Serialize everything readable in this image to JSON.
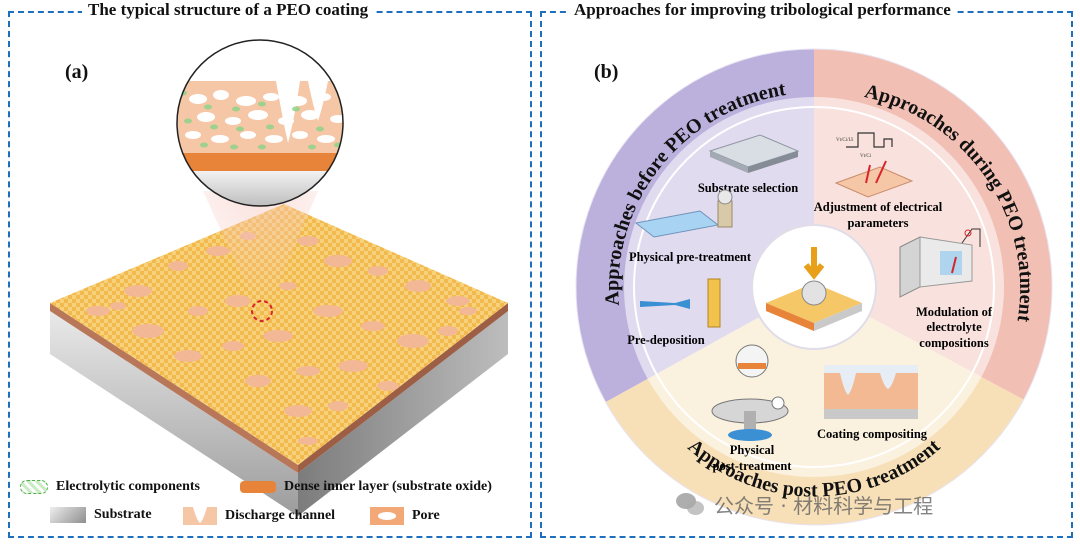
{
  "panel_a": {
    "title": "The typical structure of a PEO coating",
    "label": "(a)",
    "legend": [
      {
        "id": "electrolytic",
        "label": "Electrolytic components"
      },
      {
        "id": "dense",
        "label": "Dense inner layer (substrate oxide)"
      },
      {
        "id": "substrate",
        "label": "Substrate"
      },
      {
        "id": "discharge",
        "label": "Discharge channel"
      },
      {
        "id": "pore",
        "label": "Pore"
      }
    ],
    "colors": {
      "coating": "#f5c766",
      "pore": "#f3b79a",
      "dense": "#e8833a",
      "substrate": "#c9c9c9",
      "electrolytic": "#8fd38a"
    }
  },
  "panel_b": {
    "title": "Approaches for improving tribological performance",
    "label": "(b)",
    "sectors": {
      "before": "Approaches before PEO treatment",
      "during": "Approaches during PEO treatment",
      "post": "Approaches post PEO treatment"
    },
    "items": {
      "substrate_selection": "Substrate selection",
      "physical_pre": "Physical pre-treatment",
      "pre_deposition": "Pre-deposition",
      "electrical_l1": "Adjustment of electrical",
      "electrical_l2": "parameters",
      "electrolyte_l1": "Modulation of",
      "electrolyte_l2": "electrolyte",
      "electrolyte_l3": "compositions",
      "physical_post_l1": "Physical",
      "physical_post_l2": "post-treatment",
      "coating_compositing": "Coating compositing"
    },
    "waveform_labels": {
      "top": "Vt/Ci/Ui",
      "bottom": "Vt/Ci"
    },
    "colors": {
      "before": "#b9acd9",
      "during": "#f1b9ad",
      "post": "#f6dfb5",
      "border": "#1f6fbf"
    }
  },
  "watermark": {
    "text": "公众号 · 材料科学与工程"
  }
}
